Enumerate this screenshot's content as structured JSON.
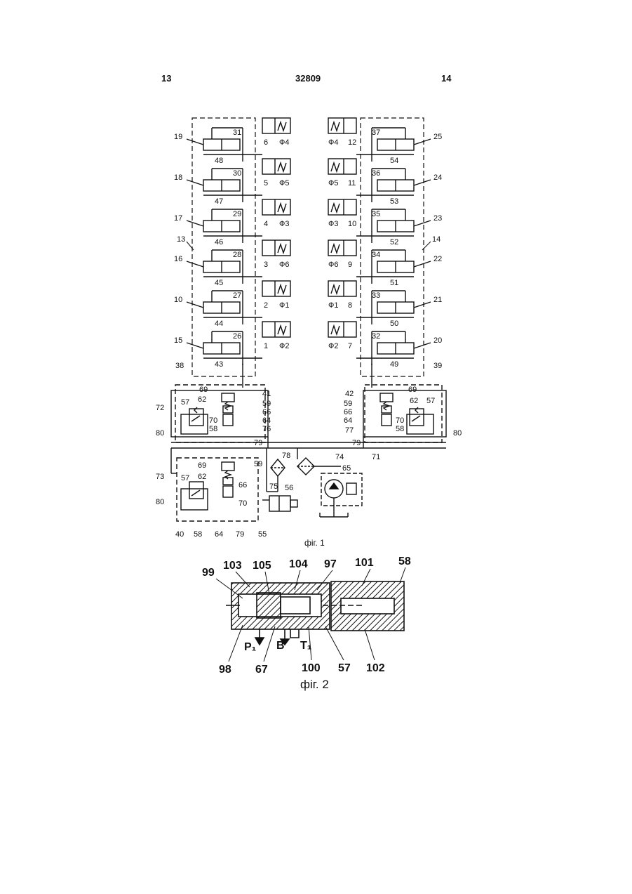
{
  "header": {
    "left_page": "13",
    "patent_number": "32809",
    "right_page": "14"
  },
  "figure1": {
    "caption": "фіг. 1",
    "valve_rows": [
      {
        "left_label": "19",
        "left_line_top": "31",
        "left_line_bottom": "48",
        "left_cyl": "6",
        "left_phase": "Ф4",
        "right_label": "25",
        "right_line_top": "37",
        "right_line_bottom": "54",
        "right_cyl": "12",
        "right_phase": "Ф4"
      },
      {
        "left_label": "18",
        "left_line_top": "30",
        "left_line_bottom": "47",
        "left_cyl": "5",
        "left_phase": "Ф5",
        "right_label": "24",
        "right_line_top": "36",
        "right_line_bottom": "53",
        "right_cyl": "11",
        "right_phase": "Ф5"
      },
      {
        "left_label": "17",
        "left_line_top": "29",
        "left_line_bottom": "46",
        "left_cyl": "4",
        "left_phase": "Ф3",
        "right_label": "23",
        "right_line_top": "35",
        "right_line_bottom": "52",
        "right_cyl": "10",
        "right_phase": "Ф3"
      },
      {
        "left_label": "16",
        "left_line_top": "28",
        "left_line_bottom": "45",
        "left_cyl": "3",
        "left_phase": "Ф6",
        "right_label": "22",
        "right_line_top": "34",
        "right_line_bottom": "51",
        "right_cyl": "9",
        "right_phase": "Ф6"
      },
      {
        "left_label": "10",
        "left_line_top": "27",
        "left_line_bottom": "44",
        "left_cyl": "2",
        "left_phase": "Ф1",
        "right_label": "21",
        "right_line_top": "33",
        "right_line_bottom": "50",
        "right_cyl": "8",
        "right_phase": "Ф1"
      },
      {
        "left_label": "15",
        "left_line_top": "26",
        "left_line_bottom": "43",
        "left_cyl": "1",
        "left_phase": "Ф2",
        "right_label": "20",
        "right_line_top": "32",
        "right_line_bottom": "49",
        "right_cyl": "7",
        "right_phase": "Ф2"
      }
    ],
    "group_labels": {
      "left": "13",
      "right": "14"
    },
    "lower": {
      "l38": "38",
      "l39": "39",
      "l41": "41",
      "l42": "42",
      "l69": "69",
      "l59": "59",
      "l62": "62",
      "l57": "57",
      "l66": "66",
      "l70": "70",
      "l64": "64",
      "l58": "58",
      "l80": "80",
      "l72": "72",
      "l76": "76",
      "l77": "77",
      "l79": "79",
      "l71": "71",
      "l73": "73",
      "l78": "78",
      "l74": "74",
      "l65": "65",
      "l75": "75",
      "l56": "56",
      "l40": "40",
      "l55": "55"
    }
  },
  "figure2": {
    "caption": "фіг. 2",
    "labels": {
      "l99": "99",
      "l103": "103",
      "l105": "105",
      "l104": "104",
      "l97": "97",
      "l101": "101",
      "l58": "58",
      "p1": "P₁",
      "b": "B",
      "t1": "T₁",
      "l98": "98",
      "l67": "67",
      "l100": "100",
      "l57": "57",
      "l102": "102"
    }
  }
}
